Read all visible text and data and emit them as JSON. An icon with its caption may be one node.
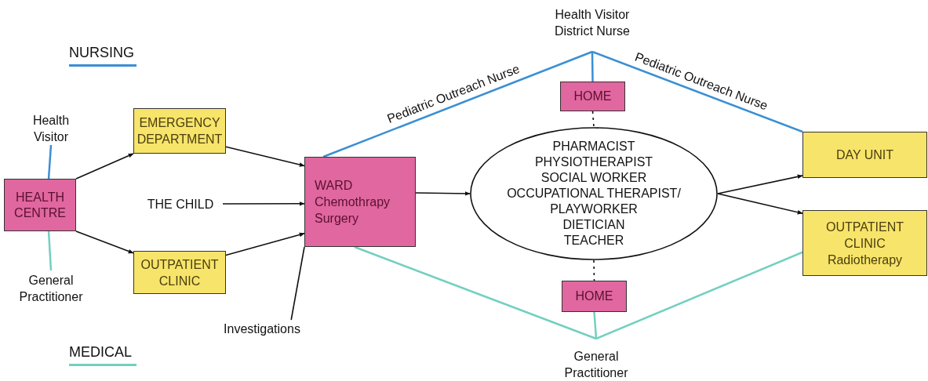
{
  "diagram": {
    "nodes": [
      {
        "text": [
          "Health Visitor"
        ]
      },
      {
        "text": [
          "HEALTH CENTRE"
        ]
      },
      {
        "text": [
          "General Practitioner"
        ]
      },
      {
        "text": [
          "EMERGENCY DEPARTMENT"
        ]
      },
      {
        "text": [
          "THE CHILD"
        ]
      },
      {
        "text": [
          "OUTPATIENT CLINIC"
        ]
      },
      {
        "text": [
          "Investigations"
        ]
      },
      {
        "text": [
          "WARD Chemothrapy Surgery"
        ]
      },
      {
        "text": [
          "Health Visitor District Nurse"
        ]
      },
      {
        "text": [
          "HOME"
        ]
      },
      {
        "text": [
          "PHARMACIST",
          "PHYSIOTHERAPIST",
          "SOCIAL WORKER",
          "OCCUPATIONAL THERAPIST/",
          "PLAYWORKER",
          "DIETICIAN",
          "TEACHER"
        ]
      },
      {
        "text": [
          "HOME"
        ]
      },
      {
        "text": [
          "General Practitioner"
        ]
      },
      {
        "text": [
          "DAY UNIT"
        ]
      },
      {
        "text": [
          "OUTPATIENT CLINIC Radiotherapy"
        ]
      }
    ],
    "edges": [
      {
        "from": 0,
        "to": 1,
        "arrow": "none",
        "color": "#3a8fd4"
      },
      {
        "from": 1,
        "to": 2,
        "arrow": "none",
        "color": "#72d0bf"
      },
      {
        "from": 1,
        "to": 3,
        "arrow": "to"
      },
      {
        "from": 1,
        "to": 5,
        "arrow": "to"
      },
      {
        "from": 3,
        "to": 7,
        "arrow": "to"
      },
      {
        "from": 4,
        "to": 7,
        "arrow": "to"
      },
      {
        "from": 5,
        "to": 7,
        "arrow": "to"
      },
      {
        "from": 6,
        "to": 7,
        "arrow": "none"
      },
      {
        "from": 7,
        "to": 10,
        "arrow": "to"
      },
      {
        "from": 7,
        "to": 8,
        "arrow": "none",
        "label": "Pediatric Outreach Nurse",
        "color": "#3a8fd4"
      },
      {
        "from": 8,
        "to": 9,
        "arrow": "none",
        "color": "#3a8fd4"
      },
      {
        "from": 8,
        "to": 13,
        "arrow": "none",
        "label": "Pediatric Outreach Nurse",
        "color": "#3a8fd4"
      },
      {
        "from": 9,
        "to": 10,
        "arrow": "none",
        "style": "dashed"
      },
      {
        "from": 10,
        "to": 11,
        "arrow": "none",
        "style": "dashed"
      },
      {
        "from": 10,
        "to": 13,
        "arrow": "to"
      },
      {
        "from": 10,
        "to": 14,
        "arrow": "to"
      },
      {
        "from": 7,
        "to": 12,
        "arrow": "none",
        "color": "#72d0bf"
      },
      {
        "from": 12,
        "to": 11,
        "arrow": "none",
        "color": "#72d0bf"
      },
      {
        "from": 12,
        "to": 14,
        "arrow": "none",
        "color": "#72d0bf"
      }
    ],
    "legend": [
      {
        "text": "NURSING",
        "color": "#3a8fd4"
      },
      {
        "text": "MEDICAL",
        "color": "#72d0bf"
      }
    ]
  }
}
